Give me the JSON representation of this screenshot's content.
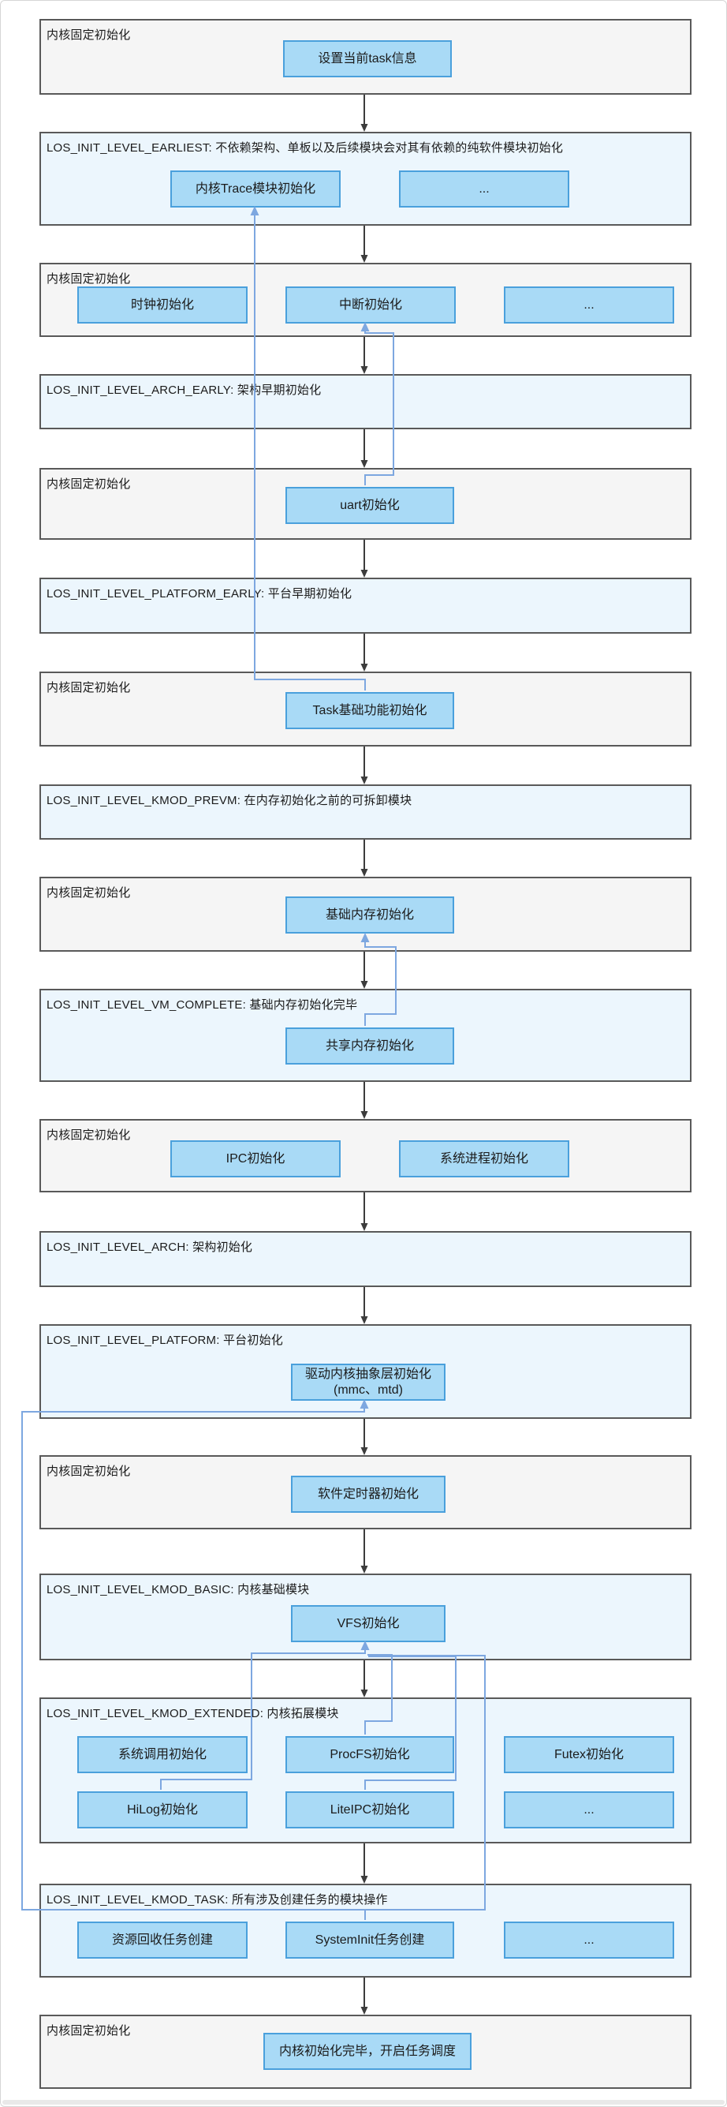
{
  "colors": {
    "section_level_bg": "#ecf6fd",
    "section_fixed_bg": "#f5f5f5",
    "section_border": "#595959",
    "box_bg": "#a9daf6",
    "box_border": "#4aa0dc",
    "flow_arrow": "#3c3c3c",
    "dep_arrow": "#7da7e0"
  },
  "sections": [
    {
      "title": "内核固定初始化",
      "boxes": [
        {
          "label": "设置当前task信息"
        }
      ]
    },
    {
      "title": "LOS_INIT_LEVEL_EARLIEST: 不依赖架构、单板以及后续模块会对其有依赖的纯软件模块初始化",
      "boxes": [
        {
          "label": "内核Trace模块初始化"
        },
        {
          "label": "..."
        }
      ]
    },
    {
      "title": "内核固定初始化",
      "boxes": [
        {
          "label": "时钟初始化"
        },
        {
          "label": "中断初始化"
        },
        {
          "label": "..."
        }
      ]
    },
    {
      "title": "LOS_INIT_LEVEL_ARCH_EARLY: 架构早期初始化",
      "boxes": []
    },
    {
      "title": "内核固定初始化",
      "boxes": [
        {
          "label": "uart初始化"
        }
      ]
    },
    {
      "title": "LOS_INIT_LEVEL_PLATFORM_EARLY: 平台早期初始化",
      "boxes": []
    },
    {
      "title": "内核固定初始化",
      "boxes": [
        {
          "label": "Task基础功能初始化"
        }
      ]
    },
    {
      "title": "LOS_INIT_LEVEL_KMOD_PREVM: 在内存初始化之前的可拆卸模块",
      "boxes": []
    },
    {
      "title": "内核固定初始化",
      "boxes": [
        {
          "label": "基础内存初始化"
        }
      ]
    },
    {
      "title": "LOS_INIT_LEVEL_VM_COMPLETE: 基础内存初始化完毕",
      "boxes": [
        {
          "label": "共享内存初始化"
        }
      ]
    },
    {
      "title": "内核固定初始化",
      "boxes": [
        {
          "label": "IPC初始化"
        },
        {
          "label": "系统进程初始化"
        }
      ]
    },
    {
      "title": "LOS_INIT_LEVEL_ARCH: 架构初始化",
      "boxes": []
    },
    {
      "title": "LOS_INIT_LEVEL_PLATFORM: 平台初始化",
      "boxes": [
        {
          "label": "驱动内核抽象层初始化",
          "label2": "(mmc、mtd)"
        }
      ]
    },
    {
      "title": "内核固定初始化",
      "boxes": [
        {
          "label": "软件定时器初始化"
        }
      ]
    },
    {
      "title": "LOS_INIT_LEVEL_KMOD_BASIC: 内核基础模块",
      "boxes": [
        {
          "label": "VFS初始化"
        }
      ]
    },
    {
      "title": "LOS_INIT_LEVEL_KMOD_EXTENDED: 内核拓展模块",
      "boxes": [
        {
          "label": "系统调用初始化"
        },
        {
          "label": "ProcFS初始化"
        },
        {
          "label": "Futex初始化"
        },
        {
          "label": "HiLog初始化"
        },
        {
          "label": "LiteIPC初始化"
        },
        {
          "label": "..."
        }
      ]
    },
    {
      "title": "LOS_INIT_LEVEL_KMOD_TASK: 所有涉及创建任务的模块操作",
      "boxes": [
        {
          "label": "资源回收任务创建"
        },
        {
          "label": "SystemInit任务创建"
        },
        {
          "label": "..."
        }
      ]
    },
    {
      "title": "内核固定初始化",
      "boxes": [
        {
          "label": "内核初始化完毕，开启任务调度"
        }
      ]
    }
  ],
  "dependency_edges": [
    {
      "from": "Task基础功能初始化",
      "to": "内核Trace模块初始化"
    },
    {
      "from": "uart初始化",
      "to": "中断初始化"
    },
    {
      "from": "共享内存初始化",
      "to": "基础内存初始化"
    },
    {
      "from": "SystemInit任务创建",
      "to": "驱动内核抽象层初始化 (mmc、mtd)"
    },
    {
      "from": "SystemInit任务创建",
      "to": "VFS初始化"
    },
    {
      "from": "ProcFS初始化",
      "to": "VFS初始化"
    },
    {
      "from": "HiLog初始化",
      "to": "VFS初始化"
    },
    {
      "from": "LiteIPC初始化",
      "to": "VFS初始化"
    }
  ]
}
